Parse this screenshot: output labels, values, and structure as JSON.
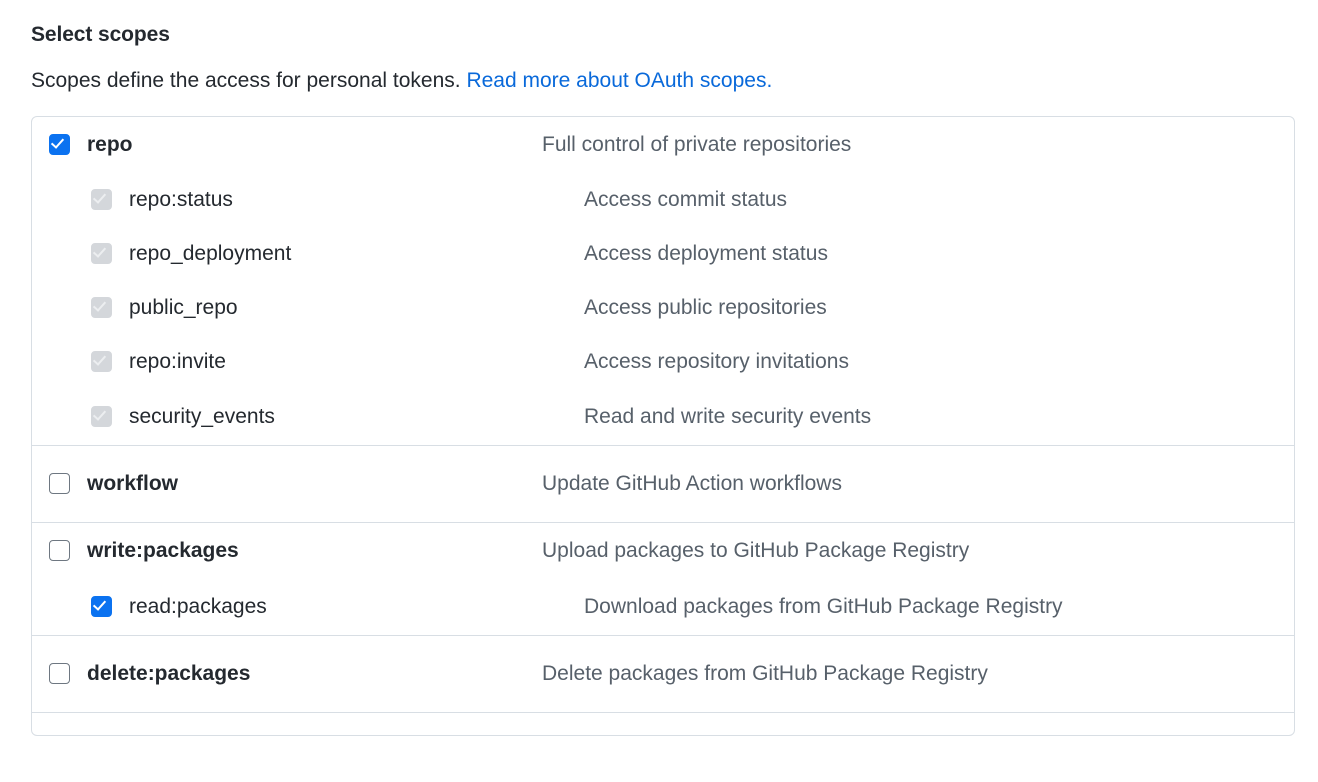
{
  "page": {
    "heading": "Select scopes",
    "subtitle_text": "Scopes define the access for personal tokens.",
    "subtitle_link": "Read more about OAuth scopes.",
    "link_color": "#0969da",
    "checked_color": "#0b72f0",
    "disabled_color": "#d4d7db",
    "border_color": "#d8dee4",
    "text_color": "#24292f",
    "description_color": "#57606a"
  },
  "groups": [
    {
      "rows": [
        {
          "name": "repo",
          "description": "Full control of private repositories",
          "state": "checked",
          "level": "parent"
        },
        {
          "name": "repo:status",
          "description": "Access commit status",
          "state": "disabled-checked",
          "level": "child"
        },
        {
          "name": "repo_deployment",
          "description": "Access deployment status",
          "state": "disabled-checked",
          "level": "child"
        },
        {
          "name": "public_repo",
          "description": "Access public repositories",
          "state": "disabled-checked",
          "level": "child"
        },
        {
          "name": "repo:invite",
          "description": "Access repository invitations",
          "state": "disabled-checked",
          "level": "child"
        },
        {
          "name": "security_events",
          "description": "Read and write security events",
          "state": "disabled-checked",
          "level": "child"
        }
      ]
    },
    {
      "rows": [
        {
          "name": "workflow",
          "description": "Update GitHub Action workflows",
          "state": "unchecked",
          "level": "parent"
        }
      ]
    },
    {
      "rows": [
        {
          "name": "write:packages",
          "description": "Upload packages to GitHub Package Registry",
          "state": "unchecked",
          "level": "parent"
        },
        {
          "name": "read:packages",
          "description": "Download packages from GitHub Package Registry",
          "state": "checked",
          "level": "child"
        }
      ]
    },
    {
      "rows": [
        {
          "name": "delete:packages",
          "description": "Delete packages from GitHub Package Registry",
          "state": "unchecked",
          "level": "parent"
        }
      ]
    },
    {
      "rows": []
    }
  ]
}
